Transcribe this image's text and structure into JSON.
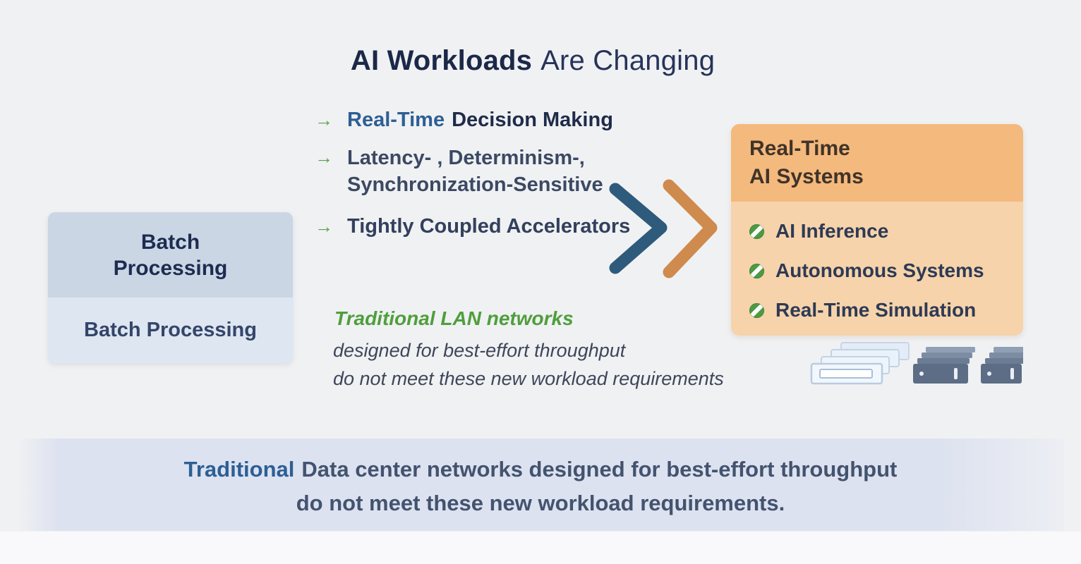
{
  "palette": {
    "navy": "#1c2848",
    "blue_accent": "#2d5f95",
    "green": "#4f9e3c",
    "arrow_bar_start": "#7590ad",
    "arrow_bar_end": "#2f5a79",
    "chevron_dark": "#2e5a7c",
    "chevron_orange": "#cf8a4d",
    "batch_header_bg": "#cbd6e5",
    "batch_body_bg": "#dde6f1",
    "realtime_header_bg": "#f4b97c",
    "realtime_body_bg": "#f6d3aa",
    "banner_bg": "#dde2f0"
  },
  "title": {
    "emphasis": "AI Workloads",
    "rest": "Are Changing"
  },
  "icons": {
    "bullet_arrow": "→"
  },
  "workload_changes": {
    "items": [
      {
        "accent": "Real-Time",
        "rest": "Decision Making"
      },
      {
        "lines": [
          "Latency- , Determinism-,",
          "Synchronization-Sensitive"
        ]
      },
      {
        "text": "Tightly Coupled Accelerators"
      }
    ]
  },
  "batch_box": {
    "header": "Batch Processing",
    "body": "Batch Processing"
  },
  "realtime_box": {
    "title_line1": "Real-Time",
    "title_line2": "AI Systems",
    "items": [
      "AI Inference",
      "Autonomous Systems",
      "Real-Time Simulation"
    ]
  },
  "lan_note": {
    "heading": "Traditional LAN networks",
    "line1": "designed for best-effort throughput",
    "line2": "do not meet these new workload requirements"
  },
  "banner": {
    "emphasis": "Traditional",
    "line1_rest": "Data center networks designed for best-effort throughput",
    "line2": "do not meet these new workload requirements."
  }
}
